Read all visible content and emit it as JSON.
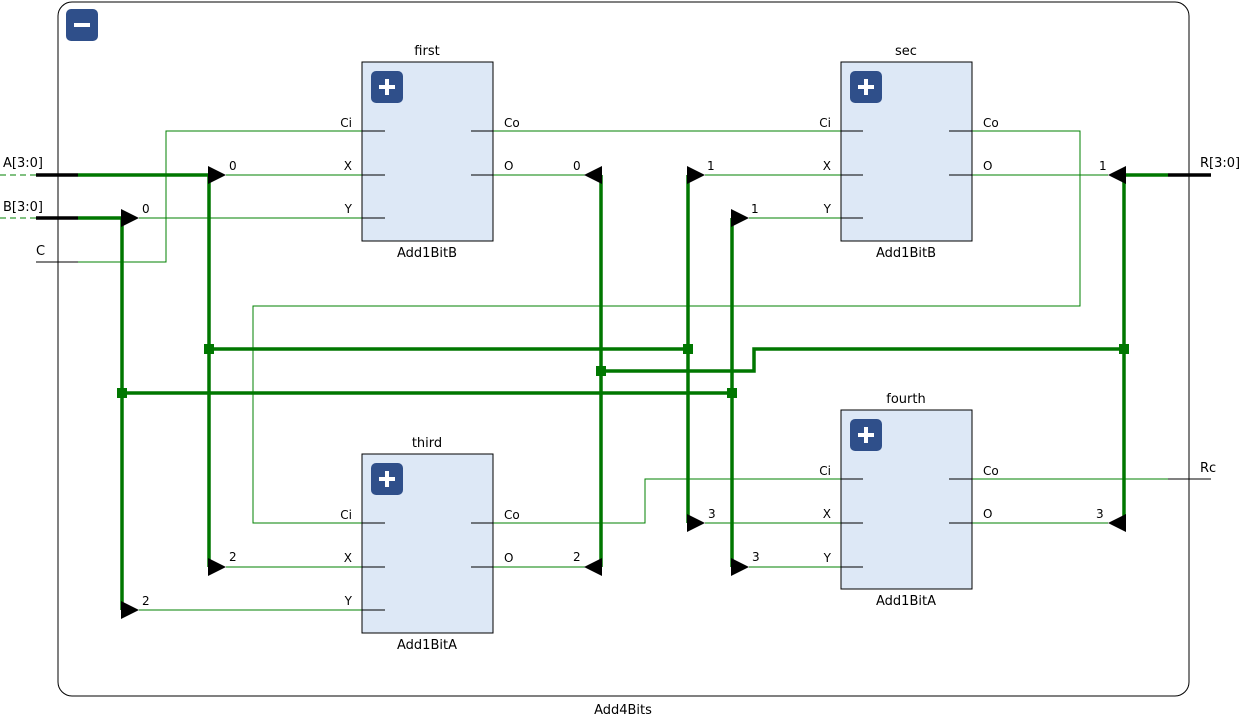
{
  "module": {
    "name": "Add4Bits",
    "collapse_icon": "minus-icon"
  },
  "ports": {
    "a": "A[3:0]",
    "b": "B[3:0]",
    "c": "C",
    "r": "R[3:0]",
    "rc": "Rc"
  },
  "blocks": {
    "first": {
      "instance": "first",
      "type": "Add1BitB",
      "pins": {
        "ci": "Ci",
        "x": "X",
        "y": "Y",
        "co": "Co",
        "o": "O"
      }
    },
    "sec": {
      "instance": "sec",
      "type": "Add1BitB",
      "pins": {
        "ci": "Ci",
        "x": "X",
        "y": "Y",
        "co": "Co",
        "o": "O"
      }
    },
    "third": {
      "instance": "third",
      "type": "Add1BitA",
      "pins": {
        "ci": "Ci",
        "x": "X",
        "y": "Y",
        "co": "Co",
        "o": "O"
      }
    },
    "fourth": {
      "instance": "fourth",
      "type": "Add1BitA",
      "pins": {
        "ci": "Ci",
        "x": "X",
        "y": "Y",
        "co": "Co",
        "o": "O"
      }
    }
  },
  "bit_indices": {
    "a_first": "0",
    "b_first": "0",
    "r_first": "0",
    "a_sec": "1",
    "b_sec": "1",
    "r_sec": "1",
    "a_third": "2",
    "b_third": "2",
    "r_third": "2",
    "a_fourth": "3",
    "b_fourth": "3",
    "r_fourth": "3"
  },
  "colors": {
    "wire": "#008000",
    "bus": "#007700",
    "block_fill": "#dde8f6",
    "icon_fill": "#2f4f8a"
  }
}
